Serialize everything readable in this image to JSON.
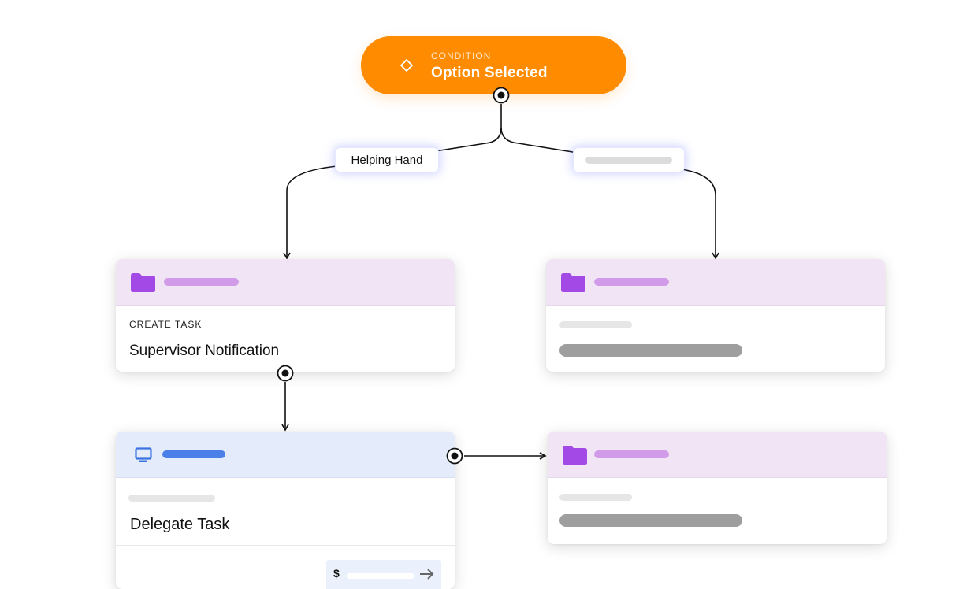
{
  "condition": {
    "kicker": "CONDITION",
    "title": "Option Selected",
    "icon": "diamond-icon",
    "color": "#FF8C00"
  },
  "branches": [
    {
      "label": "Helping Hand"
    },
    {
      "label": ""
    }
  ],
  "cards": [
    {
      "kicker": "CREATE TASK",
      "title": "Supervisor Notification",
      "icon": "folder-icon",
      "header_color": "#F1E4F5"
    },
    {
      "kicker": "",
      "title": "",
      "icon": "folder-icon",
      "header_color": "#F1E4F5"
    },
    {
      "kicker": "",
      "title": "Delegate Task",
      "icon": "monitor-icon",
      "header_color": "#E4ECFB",
      "price_symbol": "$"
    },
    {
      "kicker": "",
      "title": "",
      "icon": "folder-icon",
      "header_color": "#F1E4F5"
    }
  ],
  "colors": {
    "accent_purple": "#A349E6",
    "accent_blue": "#3B74E0",
    "line": "#111111"
  }
}
